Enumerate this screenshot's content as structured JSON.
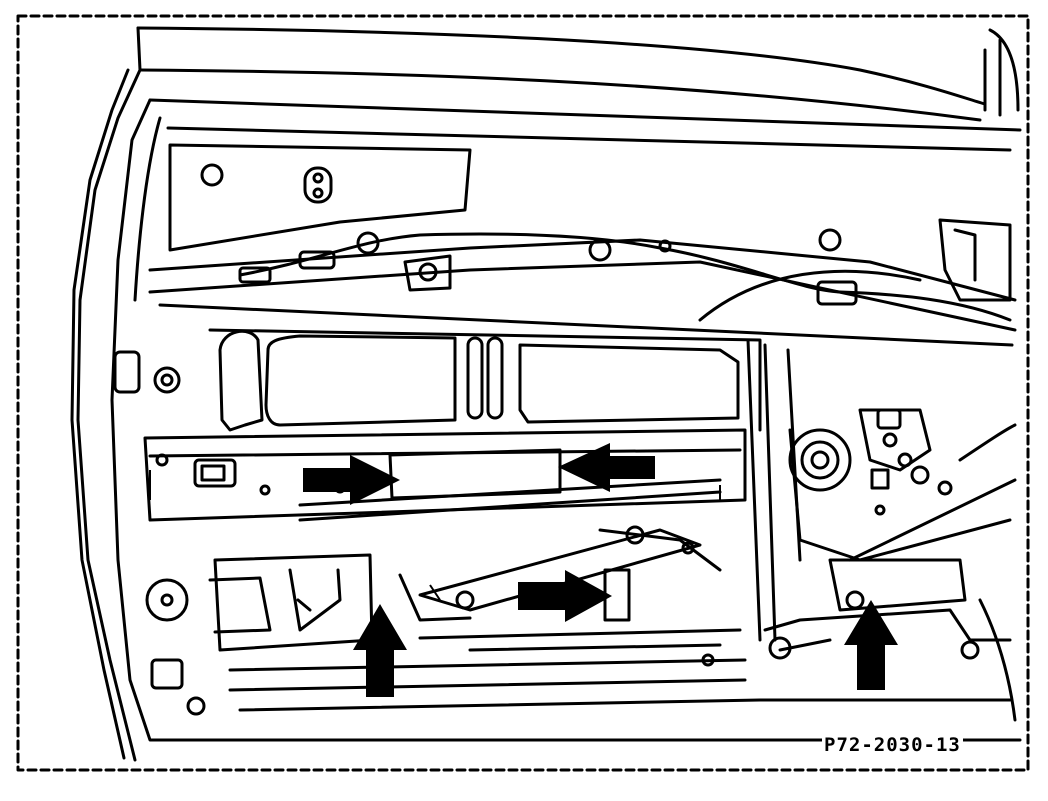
{
  "figure": {
    "reference_code": "P72-2030-13",
    "ink_color": "#000000",
    "paper_color": "#ffffff",
    "arrows": [
      {
        "name": "arrow-left-upper",
        "direction": "right"
      },
      {
        "name": "arrow-right-upper",
        "direction": "left"
      },
      {
        "name": "arrow-center-lower",
        "direction": "right"
      },
      {
        "name": "arrow-left-bottom",
        "direction": "up"
      },
      {
        "name": "arrow-right-bottom",
        "direction": "up"
      }
    ]
  }
}
